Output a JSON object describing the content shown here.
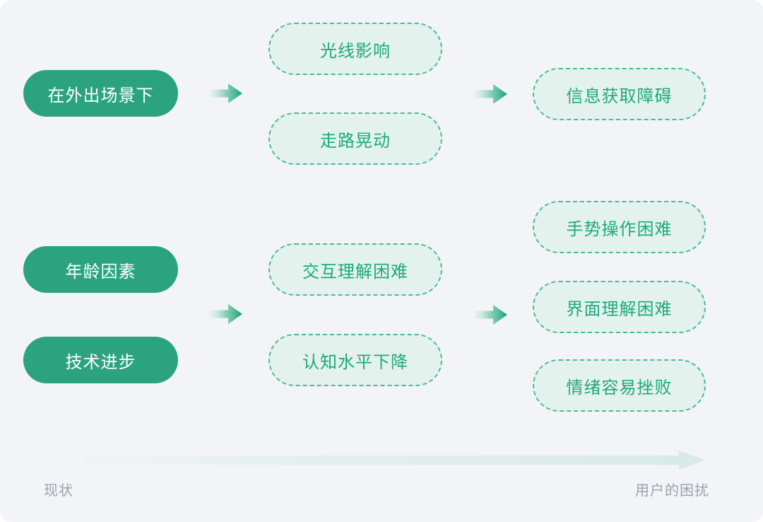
{
  "palette": {
    "background": "#F3F4F8",
    "solid_pill_bg": "#2BA47E",
    "solid_pill_text": "#FFFFFF",
    "dashed_pill_bg": "#E3F2EC",
    "dashed_pill_border": "#49BB93",
    "dashed_pill_text": "#20A87D",
    "arrow_gradient_end": "#12A376",
    "axis_arrow_color": "#D7EAE5",
    "axis_label_color": "#9AA2AC"
  },
  "flow1": {
    "source": {
      "label": "在外出场景下"
    },
    "factors": [
      {
        "label": "光线影响"
      },
      {
        "label": "走路晃动"
      }
    ],
    "outcome": {
      "label": "信息获取障碍"
    }
  },
  "flow2": {
    "sources": [
      {
        "label": "年龄因素"
      },
      {
        "label": "技术进步"
      }
    ],
    "factors": [
      {
        "label": "交互理解困难"
      },
      {
        "label": "认知水平下降"
      }
    ],
    "outcomes": [
      {
        "label": "手势操作困难"
      },
      {
        "label": "界面理解困难"
      },
      {
        "label": "情绪容易挫败"
      }
    ]
  },
  "axis": {
    "left_label": "现状",
    "right_label": "用户的困扰"
  }
}
